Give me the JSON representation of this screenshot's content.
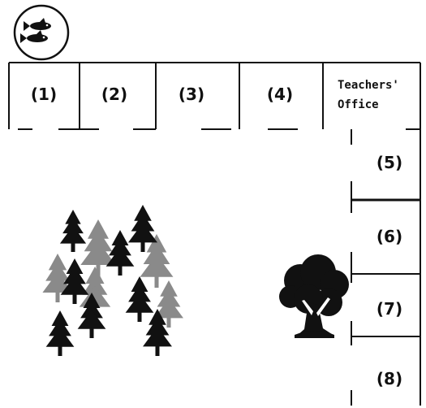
{
  "title": "",
  "legend_icon": "fish-icon",
  "rooms_top": [
    {
      "label": "(1)"
    },
    {
      "label": "(2)"
    },
    {
      "label": "(3)"
    },
    {
      "label": "(4)"
    }
  ],
  "office": {
    "line1": "Teachers'",
    "line2": "Office"
  },
  "rooms_right": [
    {
      "label": "(5)"
    },
    {
      "label": "(6)"
    },
    {
      "label": "(7)"
    },
    {
      "label": "(8)"
    }
  ],
  "colors": {
    "wall": "#111111",
    "tree_dark": "#111111",
    "tree_light": "#8a8a8a",
    "background": "#ffffff"
  },
  "icons": {
    "forest": "pine-tree-icon",
    "tree": "oak-tree-icon"
  }
}
